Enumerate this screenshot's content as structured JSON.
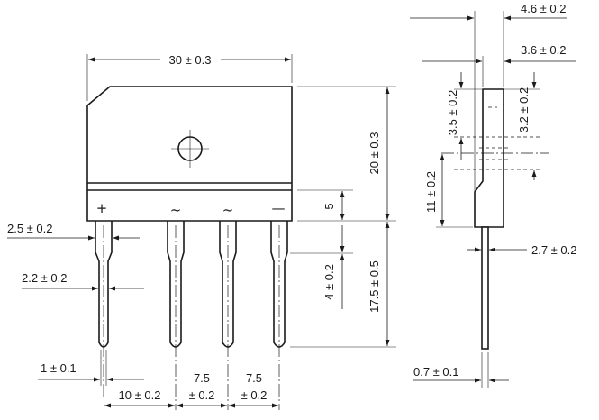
{
  "front_view": {
    "dims": {
      "width": "30 ± 0.3",
      "body_height": "20 ± 0.3",
      "band_height": "5",
      "lead_length": "17.5 ± 0.5",
      "lead_bend": "4 ± 0.2",
      "lead_width_upper": "2.5 ± 0.2",
      "lead_width_lower": "2.2 ± 0.2",
      "lead_tip": "1 ± 0.1",
      "pitch_1": "10 ± 0.2",
      "pitch_2_value": "7.5",
      "pitch_2_tol": "± 0.2",
      "pitch_3_value": "7.5",
      "pitch_3_tol": "± 0.2"
    },
    "pin_symbols": [
      "+",
      "~",
      "~",
      "—"
    ]
  },
  "side_view": {
    "dims": {
      "total_thickness": "4.6 ± 0.2",
      "body_thickness": "3.6 ± 0.2",
      "hole_offset_left": "3.5 ± 0.2",
      "hole_offset_right": "3.2 ± 0.2",
      "step_height": "11 ± 0.2",
      "lead_offset": "2.7 ± 0.2",
      "lead_thickness": "0.7 ± 0.1"
    }
  }
}
